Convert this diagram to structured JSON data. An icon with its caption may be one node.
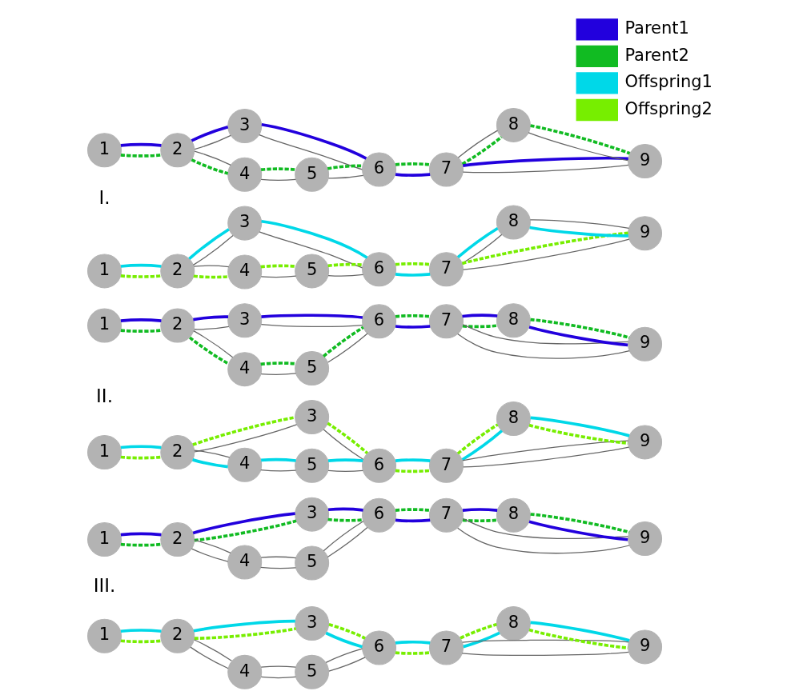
{
  "diagram": {
    "nodes": [
      {
        "text": [
          "1"
        ]
      },
      {
        "text": [
          "2"
        ]
      },
      {
        "text": [
          "3"
        ]
      },
      {
        "text": [
          "4"
        ]
      },
      {
        "text": [
          "5"
        ]
      },
      {
        "text": [
          "6"
        ]
      },
      {
        "text": [
          "7"
        ]
      },
      {
        "text": [
          "8"
        ]
      },
      {
        "text": [
          "9"
        ]
      },
      {
        "text": [
          "1"
        ]
      },
      {
        "text": [
          "2"
        ]
      },
      {
        "text": [
          "3"
        ]
      },
      {
        "text": [
          "4"
        ]
      },
      {
        "text": [
          "5"
        ]
      },
      {
        "text": [
          "6"
        ]
      },
      {
        "text": [
          "7"
        ]
      },
      {
        "text": [
          "8"
        ]
      },
      {
        "text": [
          "9"
        ]
      },
      {
        "text": [
          "1"
        ]
      },
      {
        "text": [
          "2"
        ]
      },
      {
        "text": [
          "3"
        ]
      },
      {
        "text": [
          "4"
        ]
      },
      {
        "text": [
          "5"
        ]
      },
      {
        "text": [
          "6"
        ]
      },
      {
        "text": [
          "7"
        ]
      },
      {
        "text": [
          "8"
        ]
      },
      {
        "text": [
          "9"
        ]
      },
      {
        "text": [
          "1"
        ]
      },
      {
        "text": [
          "2"
        ]
      },
      {
        "text": [
          "3"
        ]
      },
      {
        "text": [
          "4"
        ]
      },
      {
        "text": [
          "5"
        ]
      },
      {
        "text": [
          "6"
        ]
      },
      {
        "text": [
          "7"
        ]
      },
      {
        "text": [
          "8"
        ]
      },
      {
        "text": [
          "9"
        ]
      },
      {
        "text": [
          "1"
        ]
      },
      {
        "text": [
          "2"
        ]
      },
      {
        "text": [
          "3"
        ]
      },
      {
        "text": [
          "4"
        ]
      },
      {
        "text": [
          "5"
        ]
      },
      {
        "text": [
          "6"
        ]
      },
      {
        "text": [
          "7"
        ]
      },
      {
        "text": [
          "8"
        ]
      },
      {
        "text": [
          "9"
        ]
      },
      {
        "text": [
          "1"
        ]
      },
      {
        "text": [
          "2"
        ]
      },
      {
        "text": [
          "3"
        ]
      },
      {
        "text": [
          "4"
        ]
      },
      {
        "text": [
          "5"
        ]
      },
      {
        "text": [
          "6"
        ]
      },
      {
        "text": [
          "7"
        ]
      },
      {
        "text": [
          "8"
        ]
      },
      {
        "text": [
          "9"
        ]
      }
    ],
    "edges": [
      {
        "from": 0,
        "to": 1,
        "arrow": "none",
        "style": "dashed",
        "color": "#11bb22"
      },
      {
        "from": 0,
        "to": 1,
        "arrow": "none",
        "color": "#2200dd"
      },
      {
        "from": 1,
        "to": 2,
        "arrow": "none"
      },
      {
        "from": 1,
        "to": 2,
        "arrow": "none",
        "color": "#2200dd"
      },
      {
        "from": 1,
        "to": 3,
        "arrow": "none",
        "style": "dashed",
        "color": "#11bb22"
      },
      {
        "from": 1,
        "to": 3,
        "arrow": "none"
      },
      {
        "from": 2,
        "to": 5,
        "arrow": "none"
      },
      {
        "from": 2,
        "to": 5,
        "arrow": "none",
        "color": "#2200dd"
      },
      {
        "from": 3,
        "to": 4,
        "arrow": "none"
      },
      {
        "from": 3,
        "to": 4,
        "arrow": "none",
        "style": "dashed",
        "color": "#11bb22"
      },
      {
        "from": 4,
        "to": 5,
        "arrow": "none"
      },
      {
        "from": 4,
        "to": 5,
        "arrow": "none",
        "style": "dashed",
        "color": "#11bb22"
      },
      {
        "from": 5,
        "to": 6,
        "arrow": "none",
        "color": "#2200dd"
      },
      {
        "from": 5,
        "to": 6,
        "arrow": "none",
        "style": "dashed",
        "color": "#11bb22"
      },
      {
        "from": 6,
        "to": 7,
        "arrow": "none",
        "style": "dashed",
        "color": "#11bb22"
      },
      {
        "from": 6,
        "to": 7,
        "arrow": "none"
      },
      {
        "from": 7,
        "to": 8,
        "arrow": "none"
      },
      {
        "from": 7,
        "to": 8,
        "arrow": "none",
        "style": "dashed",
        "color": "#11bb22"
      },
      {
        "from": 6,
        "to": 8,
        "arrow": "none"
      },
      {
        "from": 6,
        "to": 8,
        "arrow": "none",
        "color": "#2200dd"
      },
      {
        "from": 9,
        "to": 10,
        "arrow": "none",
        "style": "dashed",
        "color": "#77ee00"
      },
      {
        "from": 9,
        "to": 10,
        "arrow": "none",
        "color": "#00d8e8"
      },
      {
        "from": 10,
        "to": 11,
        "arrow": "none"
      },
      {
        "from": 10,
        "to": 11,
        "arrow": "none",
        "color": "#00d8e8"
      },
      {
        "from": 10,
        "to": 12,
        "arrow": "none",
        "style": "dashed",
        "color": "#77ee00"
      },
      {
        "from": 10,
        "to": 12,
        "arrow": "none"
      },
      {
        "from": 11,
        "to": 14,
        "arrow": "none"
      },
      {
        "from": 11,
        "to": 14,
        "arrow": "none",
        "color": "#00d8e8"
      },
      {
        "from": 12,
        "to": 13,
        "arrow": "none"
      },
      {
        "from": 12,
        "to": 13,
        "arrow": "none",
        "style": "dashed",
        "color": "#77ee00"
      },
      {
        "from": 13,
        "to": 14,
        "arrow": "none"
      },
      {
        "from": 13,
        "to": 14,
        "arrow": "none",
        "style": "dashed",
        "color": "#77ee00"
      },
      {
        "from": 14,
        "to": 15,
        "arrow": "none",
        "color": "#00d8e8"
      },
      {
        "from": 14,
        "to": 15,
        "arrow": "none",
        "style": "dashed",
        "color": "#77ee00"
      },
      {
        "from": 15,
        "to": 16,
        "arrow": "none"
      },
      {
        "from": 15,
        "to": 16,
        "arrow": "none",
        "color": "#00d8e8"
      },
      {
        "from": 16,
        "to": 17,
        "arrow": "none",
        "color": "#00d8e8"
      },
      {
        "from": 16,
        "to": 17,
        "arrow": "none"
      },
      {
        "from": 15,
        "to": 17,
        "arrow": "none"
      },
      {
        "from": 15,
        "to": 17,
        "arrow": "none",
        "style": "dashed",
        "color": "#77ee00"
      },
      {
        "from": 18,
        "to": 19,
        "arrow": "none",
        "style": "dashed",
        "color": "#11bb22"
      },
      {
        "from": 18,
        "to": 19,
        "arrow": "none",
        "color": "#2200dd"
      },
      {
        "from": 19,
        "to": 20,
        "arrow": "none"
      },
      {
        "from": 19,
        "to": 20,
        "arrow": "none",
        "color": "#2200dd"
      },
      {
        "from": 19,
        "to": 21,
        "arrow": "none",
        "style": "dashed",
        "color": "#11bb22"
      },
      {
        "from": 19,
        "to": 21,
        "arrow": "none"
      },
      {
        "from": 20,
        "to": 23,
        "arrow": "none"
      },
      {
        "from": 20,
        "to": 23,
        "arrow": "none",
        "color": "#2200dd"
      },
      {
        "from": 21,
        "to": 22,
        "arrow": "none"
      },
      {
        "from": 21,
        "to": 22,
        "arrow": "none",
        "style": "dashed",
        "color": "#11bb22"
      },
      {
        "from": 22,
        "to": 23,
        "arrow": "none"
      },
      {
        "from": 22,
        "to": 23,
        "arrow": "none",
        "style": "dashed",
        "color": "#11bb22"
      },
      {
        "from": 23,
        "to": 24,
        "arrow": "none",
        "color": "#2200dd"
      },
      {
        "from": 23,
        "to": 24,
        "arrow": "none",
        "style": "dashed",
        "color": "#11bb22"
      },
      {
        "from": 24,
        "to": 25,
        "arrow": "none",
        "style": "dashed",
        "color": "#11bb22"
      },
      {
        "from": 24,
        "to": 25,
        "arrow": "none",
        "color": "#2200dd"
      },
      {
        "from": 25,
        "to": 26,
        "arrow": "none",
        "color": "#2200dd"
      },
      {
        "from": 25,
        "to": 26,
        "arrow": "none",
        "style": "dashed",
        "color": "#11bb22"
      },
      {
        "from": 24,
        "to": 26,
        "arrow": "none"
      },
      {
        "from": 24,
        "to": 26,
        "arrow": "none"
      },
      {
        "from": 27,
        "to": 28,
        "arrow": "none",
        "style": "dashed",
        "color": "#77ee00"
      },
      {
        "from": 27,
        "to": 28,
        "arrow": "none",
        "color": "#00d8e8"
      },
      {
        "from": 28,
        "to": 29,
        "arrow": "none"
      },
      {
        "from": 28,
        "to": 29,
        "arrow": "none",
        "style": "dashed",
        "color": "#77ee00"
      },
      {
        "from": 28,
        "to": 30,
        "arrow": "none",
        "color": "#00d8e8"
      },
      {
        "from": 28,
        "to": 30,
        "arrow": "none"
      },
      {
        "from": 29,
        "to": 32,
        "arrow": "none"
      },
      {
        "from": 29,
        "to": 32,
        "arrow": "none",
        "style": "dashed",
        "color": "#77ee00"
      },
      {
        "from": 30,
        "to": 31,
        "arrow": "none"
      },
      {
        "from": 30,
        "to": 31,
        "arrow": "none",
        "color": "#00d8e8"
      },
      {
        "from": 31,
        "to": 32,
        "arrow": "none"
      },
      {
        "from": 31,
        "to": 32,
        "arrow": "none",
        "color": "#00d8e8"
      },
      {
        "from": 32,
        "to": 33,
        "arrow": "none",
        "style": "dashed",
        "color": "#77ee00"
      },
      {
        "from": 32,
        "to": 33,
        "arrow": "none",
        "color": "#00d8e8"
      },
      {
        "from": 33,
        "to": 34,
        "arrow": "none",
        "color": "#00d8e8"
      },
      {
        "from": 33,
        "to": 34,
        "arrow": "none",
        "style": "dashed",
        "color": "#77ee00"
      },
      {
        "from": 34,
        "to": 35,
        "arrow": "none",
        "style": "dashed",
        "color": "#77ee00"
      },
      {
        "from": 34,
        "to": 35,
        "arrow": "none",
        "color": "#00d8e8"
      },
      {
        "from": 33,
        "to": 35,
        "arrow": "none"
      },
      {
        "from": 33,
        "to": 35,
        "arrow": "none"
      },
      {
        "from": 36,
        "to": 37,
        "arrow": "none",
        "style": "dashed",
        "color": "#11bb22"
      },
      {
        "from": 36,
        "to": 37,
        "arrow": "none",
        "color": "#2200dd"
      },
      {
        "from": 37,
        "to": 38,
        "arrow": "none",
        "style": "dashed",
        "color": "#11bb22"
      },
      {
        "from": 37,
        "to": 38,
        "arrow": "none",
        "color": "#2200dd"
      },
      {
        "from": 37,
        "to": 39,
        "arrow": "none"
      },
      {
        "from": 37,
        "to": 39,
        "arrow": "none"
      },
      {
        "from": 38,
        "to": 41,
        "arrow": "none",
        "style": "dashed",
        "color": "#11bb22"
      },
      {
        "from": 38,
        "to": 41,
        "arrow": "none",
        "color": "#2200dd"
      },
      {
        "from": 39,
        "to": 40,
        "arrow": "none"
      },
      {
        "from": 39,
        "to": 40,
        "arrow": "none"
      },
      {
        "from": 40,
        "to": 41,
        "arrow": "none"
      },
      {
        "from": 40,
        "to": 41,
        "arrow": "none"
      },
      {
        "from": 41,
        "to": 42,
        "arrow": "none",
        "color": "#2200dd"
      },
      {
        "from": 41,
        "to": 42,
        "arrow": "none",
        "style": "dashed",
        "color": "#11bb22"
      },
      {
        "from": 42,
        "to": 43,
        "arrow": "none",
        "style": "dashed",
        "color": "#11bb22"
      },
      {
        "from": 42,
        "to": 43,
        "arrow": "none",
        "color": "#2200dd"
      },
      {
        "from": 43,
        "to": 44,
        "arrow": "none",
        "color": "#2200dd"
      },
      {
        "from": 43,
        "to": 44,
        "arrow": "none",
        "style": "dashed",
        "color": "#11bb22"
      },
      {
        "from": 42,
        "to": 44,
        "arrow": "none"
      },
      {
        "from": 42,
        "to": 44,
        "arrow": "none"
      },
      {
        "from": 45,
        "to": 46,
        "arrow": "none",
        "style": "dashed",
        "color": "#77ee00"
      },
      {
        "from": 45,
        "to": 46,
        "arrow": "none",
        "color": "#00d8e8"
      },
      {
        "from": 46,
        "to": 47,
        "arrow": "none",
        "style": "dashed",
        "color": "#77ee00"
      },
      {
        "from": 46,
        "to": 47,
        "arrow": "none",
        "color": "#00d8e8"
      },
      {
        "from": 46,
        "to": 48,
        "arrow": "none"
      },
      {
        "from": 46,
        "to": 48,
        "arrow": "none"
      },
      {
        "from": 47,
        "to": 50,
        "arrow": "none",
        "color": "#00d8e8"
      },
      {
        "from": 47,
        "to": 50,
        "arrow": "none",
        "style": "dashed",
        "color": "#77ee00"
      },
      {
        "from": 48,
        "to": 49,
        "arrow": "none"
      },
      {
        "from": 48,
        "to": 49,
        "arrow": "none"
      },
      {
        "from": 49,
        "to": 50,
        "arrow": "none"
      },
      {
        "from": 49,
        "to": 50,
        "arrow": "none"
      },
      {
        "from": 50,
        "to": 51,
        "arrow": "none",
        "style": "dashed",
        "color": "#77ee00"
      },
      {
        "from": 50,
        "to": 51,
        "arrow": "none",
        "color": "#00d8e8"
      },
      {
        "from": 51,
        "to": 52,
        "arrow": "none",
        "color": "#00d8e8"
      },
      {
        "from": 51,
        "to": 52,
        "arrow": "none",
        "style": "dashed",
        "color": "#77ee00"
      },
      {
        "from": 52,
        "to": 53,
        "arrow": "none",
        "style": "dashed",
        "color": "#77ee00"
      },
      {
        "from": 52,
        "to": 53,
        "arrow": "none",
        "color": "#00d8e8"
      },
      {
        "from": 51,
        "to": 53,
        "arrow": "none"
      },
      {
        "from": 51,
        "to": 53,
        "arrow": "none"
      }
    ],
    "labels": [
      "I.",
      "II.",
      "III."
    ],
    "legend": [
      {
        "text": "Parent1",
        "color": "#2200dd"
      },
      {
        "text": "Parent2",
        "color": "#11bb22"
      },
      {
        "text": "Offspring1",
        "color": "#00d8e8"
      },
      {
        "text": "Offspring2",
        "color": "#77ee00"
      }
    ]
  }
}
